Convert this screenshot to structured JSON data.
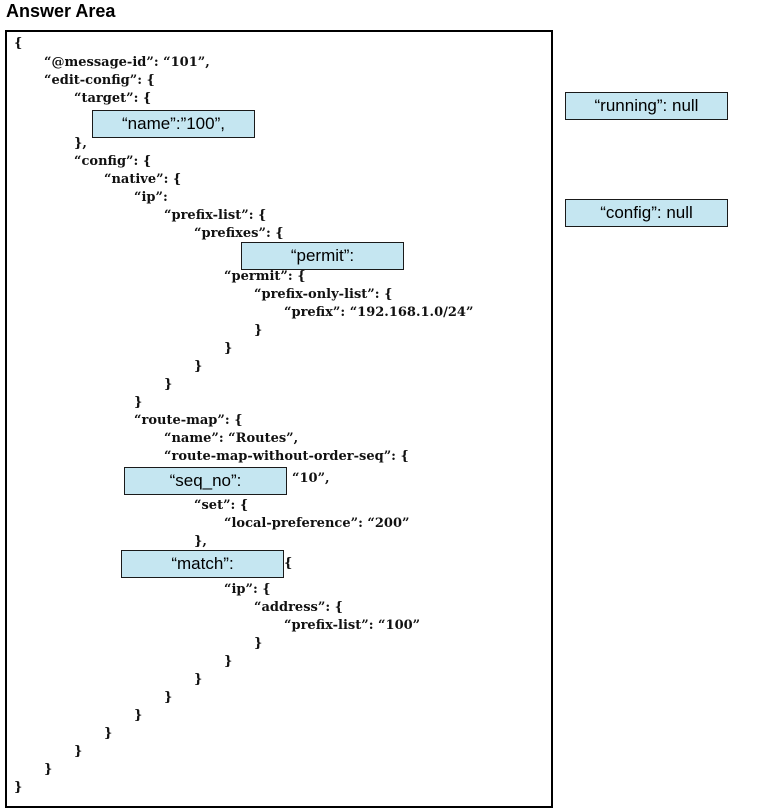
{
  "heading": "Answer Area",
  "code_lines": [
    "{",
    "“@message-id”: “101”,",
    "“edit-config”: {",
    "“target”: {",
    "},",
    "“config”: {",
    "“native”: {",
    "“ip”:",
    "“prefix-list”: {",
    "“prefixes”: {",
    "“permit”: {",
    "“prefix-only-list”: {",
    "“prefix”: “192.168.1.0/24”",
    "}",
    "}",
    "}",
    "}",
    "}",
    "“route-map”: {",
    "“name”: “Routes”,",
    "“route-map-without-order-seq”: {",
    "“10”,",
    "“set”: {",
    "“local-preference”: “200”",
    "},",
    "{",
    "“ip”: {",
    "“address”: {",
    "“prefix-list”: “100”",
    "}",
    "}",
    "}",
    "}",
    "}",
    "}",
    "}",
    "}",
    "}"
  ],
  "drop_targets": [
    "“name”:”100”,",
    "“permit”:",
    "“seq_no”:",
    "“match”:"
  ],
  "drag_items": [
    "“running”: null",
    "“config”: null"
  ],
  "colors": {
    "box_fill": "#c5e6f1",
    "box_border": "#1a1a1a",
    "panel_border": "#000000"
  }
}
